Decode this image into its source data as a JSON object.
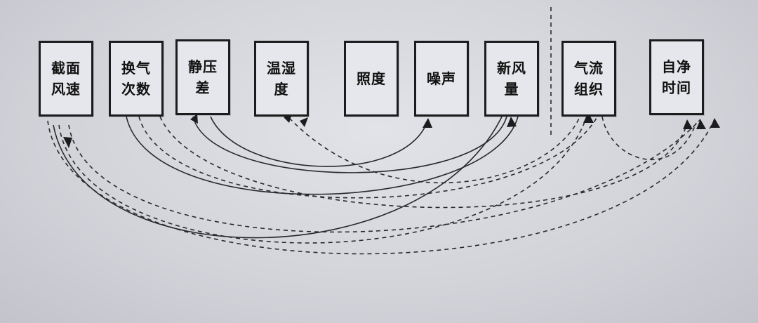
{
  "nodes": [
    {
      "id": "n1",
      "label": "截面\n风速"
    },
    {
      "id": "n2",
      "label": "换气\n次数"
    },
    {
      "id": "n3",
      "label": "静压\n差"
    },
    {
      "id": "n4",
      "label": "温湿\n度"
    },
    {
      "id": "n5",
      "label": "照度"
    },
    {
      "id": "n6",
      "label": "噪声"
    },
    {
      "id": "n7",
      "label": "新风\n量"
    },
    {
      "id": "n8",
      "label": "气流\n组织"
    },
    {
      "id": "n9",
      "label": "自净\n时间"
    }
  ]
}
